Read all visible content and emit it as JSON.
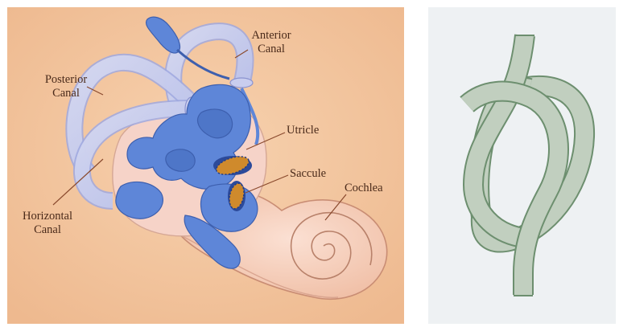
{
  "ear_diagram": {
    "labels": {
      "anterior_canal_line1": "Anterior",
      "anterior_canal_line2": "Canal",
      "posterior_canal_line1": "Posterior",
      "posterior_canal_line2": "Canal",
      "utricle": "Utricle",
      "saccule": "Saccule",
      "cochlea": "Cochlea",
      "horizontal_canal_line1": "Horizontal",
      "horizontal_canal_line2": "Canal"
    },
    "colors": {
      "background": "#f4c9a4",
      "bony_labyrinth": "#f6d3c8",
      "membranous_labyrinth": "#5e86d8",
      "macula": "#cf8a2c",
      "leader_line": "#8a4a2e"
    }
  },
  "knot_diagram": {
    "colors": {
      "background": "#eef1f3",
      "rope_fill": "#c1cfbf",
      "rope_outline": "#6d8f6f"
    }
  }
}
